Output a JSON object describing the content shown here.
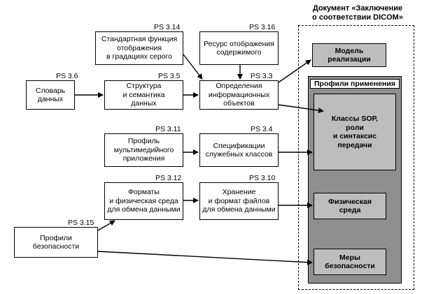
{
  "document": {
    "title": "Документ «Заключение\nо соответствии DICOM»",
    "model": "Модель\nреализации",
    "profiles_title": "Профили применения",
    "sop": "Классы SOP,\nроли\nи синтаксис\nпередачи",
    "physical": "Физическая\nсреда",
    "security": "Меры\nбезопасности"
  },
  "boxes": {
    "ps36": {
      "ps": "PS 3.6",
      "text": "Словарь\nданных"
    },
    "ps35": {
      "ps": "PS 3.5",
      "text": "Структура\nи семантика\nданных"
    },
    "ps33": {
      "ps": "PS 3.3",
      "text": "Определения\nинформационных\nобъектов"
    },
    "ps314": {
      "ps": "PS 3.14",
      "text": "Стандартная функция\nотображения\nв градациях серого"
    },
    "ps316": {
      "ps": "PS 3.16",
      "text": "Ресурс отображения\nсодержимого"
    },
    "ps311": {
      "ps": "PS 3.11",
      "text": "Профиль\nмультимедийного\nприложения"
    },
    "ps34": {
      "ps": "PS 3.4",
      "text": "Спецификации\nслужебных классов"
    },
    "ps312": {
      "ps": "PS 3.12",
      "text": "Форматы\nи физическая среда\nдля обмена данными"
    },
    "ps310": {
      "ps": "PS 3.10",
      "text": "Хранение\nи формат файлов\nдля обмена данными"
    },
    "ps315": {
      "ps": "PS 3.15",
      "text": "Профили\nбезопасности"
    }
  }
}
